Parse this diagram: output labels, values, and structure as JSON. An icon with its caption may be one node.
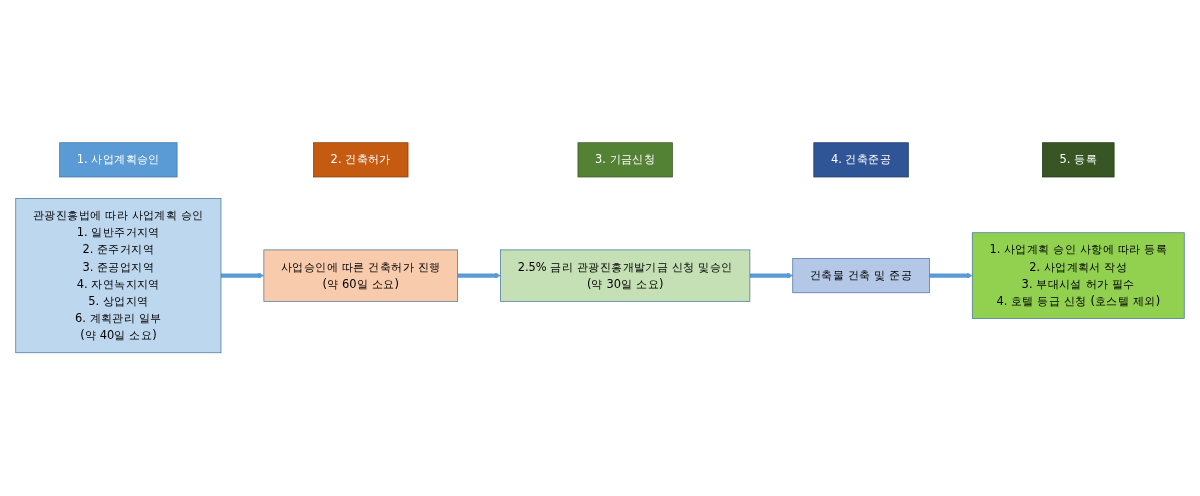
{
  "diagram": {
    "nodes": [
      {
        "text": [
          "1. 사업계획승인"
        ]
      },
      {
        "text": [
          "관광진흥법에 따라 사업계획 승인",
          "1. 일반주거지역",
          "2. 준주거지역",
          "3. 준공업지역",
          "4. 자연녹지지역",
          "5. 상업지역",
          "6. 계획관리 일부",
          "(약 40일 소요)"
        ]
      },
      {
        "text": [
          "2. 건축허가"
        ]
      },
      {
        "text": [
          "사업승인에 따른 건축허가 진행",
          "(약 60일 소요)"
        ]
      },
      {
        "text": [
          "3. 기금신청"
        ]
      },
      {
        "text": [
          "2.5% 금리 관광진흥개발기금 신청 및승인",
          "(약 30일 소요)"
        ]
      },
      {
        "text": [
          "4. 건축준공"
        ]
      },
      {
        "text": [
          "건축물 건축 및 준공"
        ]
      },
      {
        "text": [
          "5. 등록"
        ]
      },
      {
        "text": [
          "1. 사업계획 승인 사항에 따라 등록",
          "2. 사업계획서 작성",
          "3. 부대시설 허가 필수",
          "4. 호텔 등급 신청 (호스텔 제외)"
        ]
      }
    ],
    "edges": [
      {
        "from": 1,
        "to": 3,
        "arrow": "to"
      },
      {
        "from": 3,
        "to": 5,
        "arrow": "to"
      },
      {
        "from": 5,
        "to": 7,
        "arrow": "to"
      },
      {
        "from": 7,
        "to": 9,
        "arrow": "to"
      }
    ]
  }
}
